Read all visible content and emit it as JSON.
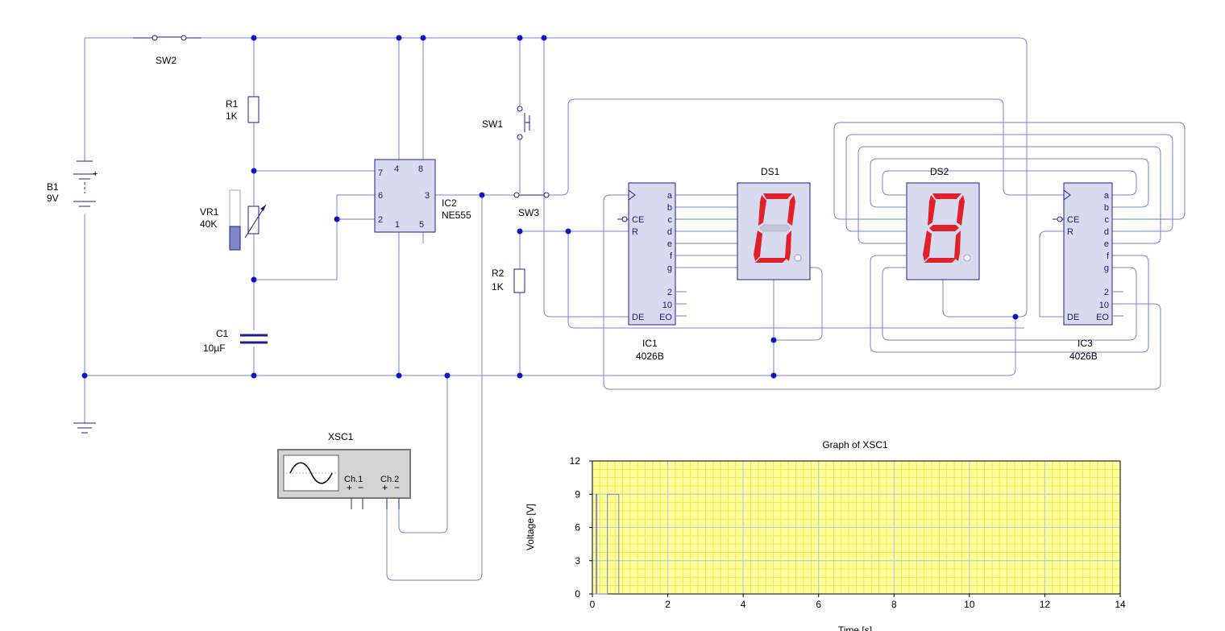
{
  "components": {
    "sw2": {
      "name": "SW2"
    },
    "r1": {
      "name": "R1",
      "value": "1K"
    },
    "b1": {
      "name": "B1",
      "value": "9V"
    },
    "vr1": {
      "name": "VR1",
      "value": "40K"
    },
    "c1": {
      "name": "C1",
      "value": "10µF"
    },
    "ic2": {
      "name": "IC2",
      "value": "NE555",
      "pins": [
        "7",
        "4",
        "8",
        "6",
        "3",
        "2",
        "1",
        "5"
      ]
    },
    "sw1": {
      "name": "SW1"
    },
    "sw3": {
      "name": "SW3"
    },
    "r2": {
      "name": "R2",
      "value": "1K"
    },
    "ic1": {
      "name": "IC1",
      "value": "4026B"
    },
    "ic3": {
      "name": "IC3",
      "value": "4026B"
    },
    "counter_pins": {
      "ce": "CE",
      "r": "R",
      "de": "DE",
      "outs": [
        "a",
        "b",
        "c",
        "d",
        "e",
        "f",
        "g"
      ],
      "aux": [
        "2",
        "10",
        "EO"
      ]
    },
    "ds1": {
      "name": "DS1",
      "digit": "0"
    },
    "ds2": {
      "name": "DS2",
      "digit": "8"
    },
    "xsc1": {
      "name": "XSC1",
      "ch1": "Ch.1",
      "ch2": "Ch.2",
      "plus": "+",
      "minus": "−"
    }
  },
  "chart_data": {
    "type": "line",
    "title": "Graph of XSC1",
    "xlabel": "Time [s]",
    "ylabel": "Voltage [V]",
    "xlim": [
      0,
      14
    ],
    "ylim": [
      0,
      12
    ],
    "xticks": [
      "0",
      "2",
      "4",
      "6",
      "8",
      "10",
      "12",
      "14"
    ],
    "yticks": [
      "0",
      "3",
      "6",
      "9",
      "12"
    ],
    "grid": true,
    "colors": {
      "background": "#ffff99",
      "minor_grid": "#e9e95a",
      "major_grid": "#b8c7e8",
      "trace": "#7b80d8"
    },
    "series": [
      {
        "x": [
          0,
          0.1,
          0.1,
          0.12,
          0.12,
          0.4,
          0.4,
          0.7,
          0.7
        ],
        "y": [
          0,
          0,
          9,
          9,
          0,
          0,
          9,
          9,
          0
        ]
      }
    ]
  }
}
